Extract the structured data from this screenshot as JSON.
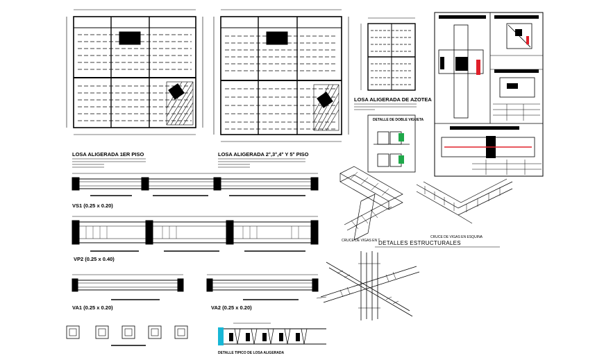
{
  "plans": {
    "first_floor_title": "LOSA ALIGERADA 1ER PISO",
    "upper_floors_title": "LOSA ALIGERADA 2°,3°,4° Y 5° PISO",
    "roof_title": "LOSA ALIGERADA DE AZOTEA"
  },
  "beams": {
    "vs1": "VS1 (0.25 x 0.20)",
    "vp2": "VP2 (0.25 x 0.40)",
    "va1": "VA1 (0.25 x 0.20)",
    "va2": "VA2 (0.25 x 0.20)"
  },
  "details": {
    "t_junction": "CRUCE DE VIGAS EN T",
    "corner_junction": "CRUCE DE VIGAS EN ESQUINA",
    "section_title": "DETALLES ESTRUCTURALES",
    "beam_detail": "DETALLE DE DOBLE VIGUETA",
    "slab_detail": "DETALLE TIPICO DE LOSA ALIGERADA"
  },
  "colors": {
    "line": "#000000",
    "accent_red": "#e0202a",
    "accent_green": "#1fa84a",
    "accent_cyan": "#18b7d6"
  }
}
